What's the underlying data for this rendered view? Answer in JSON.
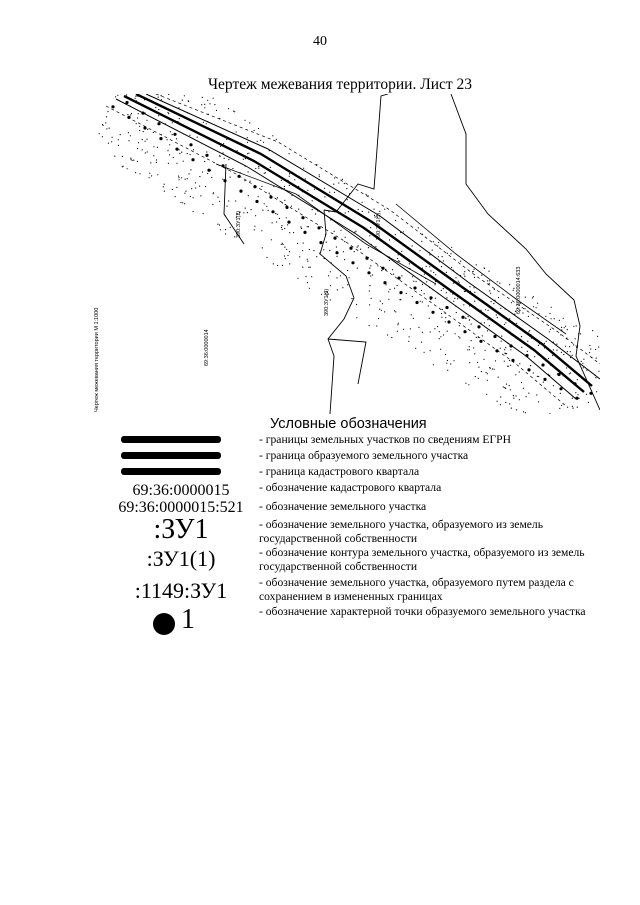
{
  "page": {
    "page_number": "40",
    "title": "Чертеж межевания территории. Лист 23"
  },
  "map": {
    "scale_note": "Чертеж межевания территории М 1:1000",
    "quarter_left": "69:36:0000014",
    "quarter_right": "69:36:0000014:633",
    "label_a": "390:ЗУ1(2)",
    "label_b": "390:ЗУ1(3)",
    "label_c": "390:ЗУ1(3)"
  },
  "legend": {
    "title": "Условные обозначения",
    "items": [
      {
        "symbol": "",
        "desc": "- границы земельных участков по сведениям ЕГРН"
      },
      {
        "symbol": "",
        "desc": "- граница образуемого земельного участка"
      },
      {
        "symbol": "",
        "desc": "- граница кадастрового квартала"
      },
      {
        "symbol": "69:36:0000015",
        "desc": "- обозначение кадастрового квартала"
      },
      {
        "symbol": "69:36:0000015:521",
        "desc": "- обозначение земельного участка"
      },
      {
        "symbol": ":ЗУ1",
        "desc": "- обозначение земельного участка, образуемого из земель государственной собственности"
      },
      {
        "symbol": ":ЗУ1(1)",
        "desc": "- обозначение контура земельного участка, образуемого из земель государственной собственности"
      },
      {
        "symbol": ":1149:ЗУ1",
        "desc": "- обозначение земельного участка, образуемого путем раздела с сохранением в измененных границах"
      },
      {
        "symbol": "1",
        "desc": "- обозначение характерной точки образуемого земельного участка"
      }
    ]
  }
}
